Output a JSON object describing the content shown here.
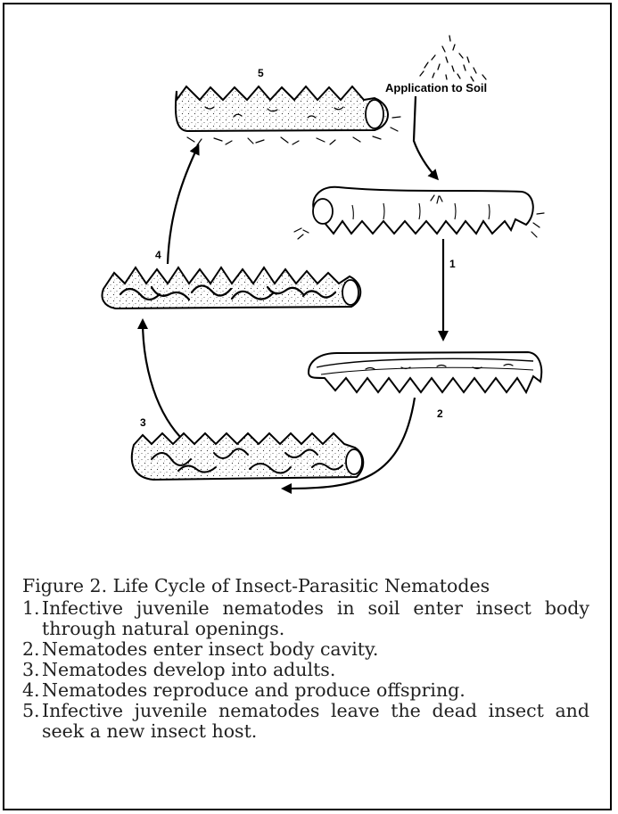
{
  "diagram": {
    "application_label": "Application to Soil",
    "stage_numbers": [
      "1",
      "2",
      "3",
      "4",
      "5"
    ]
  },
  "caption": {
    "title": "Figure 2. Life Cycle of Insect-Parasitic Nematodes",
    "steps": [
      {
        "num": "1.",
        "text": "Infective juvenile nematodes in soil enter insect body through natural openings."
      },
      {
        "num": "2.",
        "text": "Nematodes enter insect body cavity."
      },
      {
        "num": "3.",
        "text": "Nematodes develop into adults."
      },
      {
        "num": "4.",
        "text": "Nematodes reproduce and produce offspring."
      },
      {
        "num": "5.",
        "text": "Infective juvenile nematodes leave the dead insect and seek a new insect host."
      }
    ]
  }
}
